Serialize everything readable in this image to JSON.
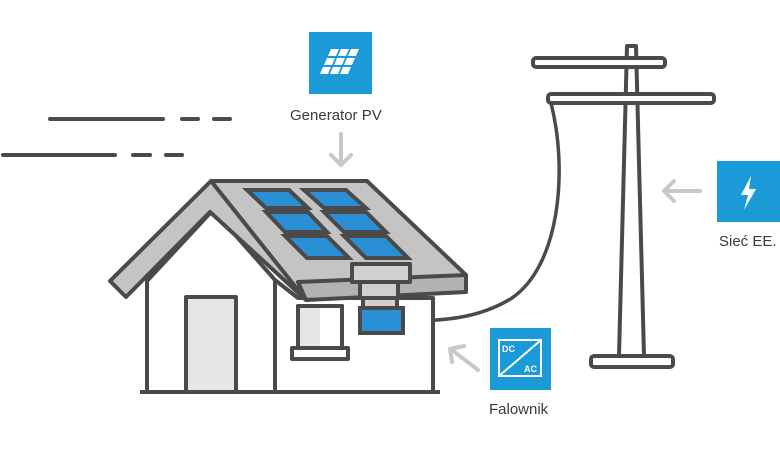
{
  "labels": {
    "pv_generator": "Generator PV",
    "grid": "Sieć EE.",
    "inverter": "Falownik"
  },
  "inverter_badge": {
    "top_text": "DC",
    "bottom_text": "AC"
  },
  "icons": {
    "pv_generator": "solar-panel-icon",
    "grid": "lightning-bolt-icon",
    "inverter": "dc-ac-converter-icon"
  },
  "colors": {
    "accent_blue": "#1a9ad6",
    "panel_blue": "#2b8fd6",
    "outline": "#4a4a4a",
    "roof_gray": "#c4c4c4",
    "arrow_gray": "#c8c8c8",
    "text": "#3a3a3a"
  }
}
